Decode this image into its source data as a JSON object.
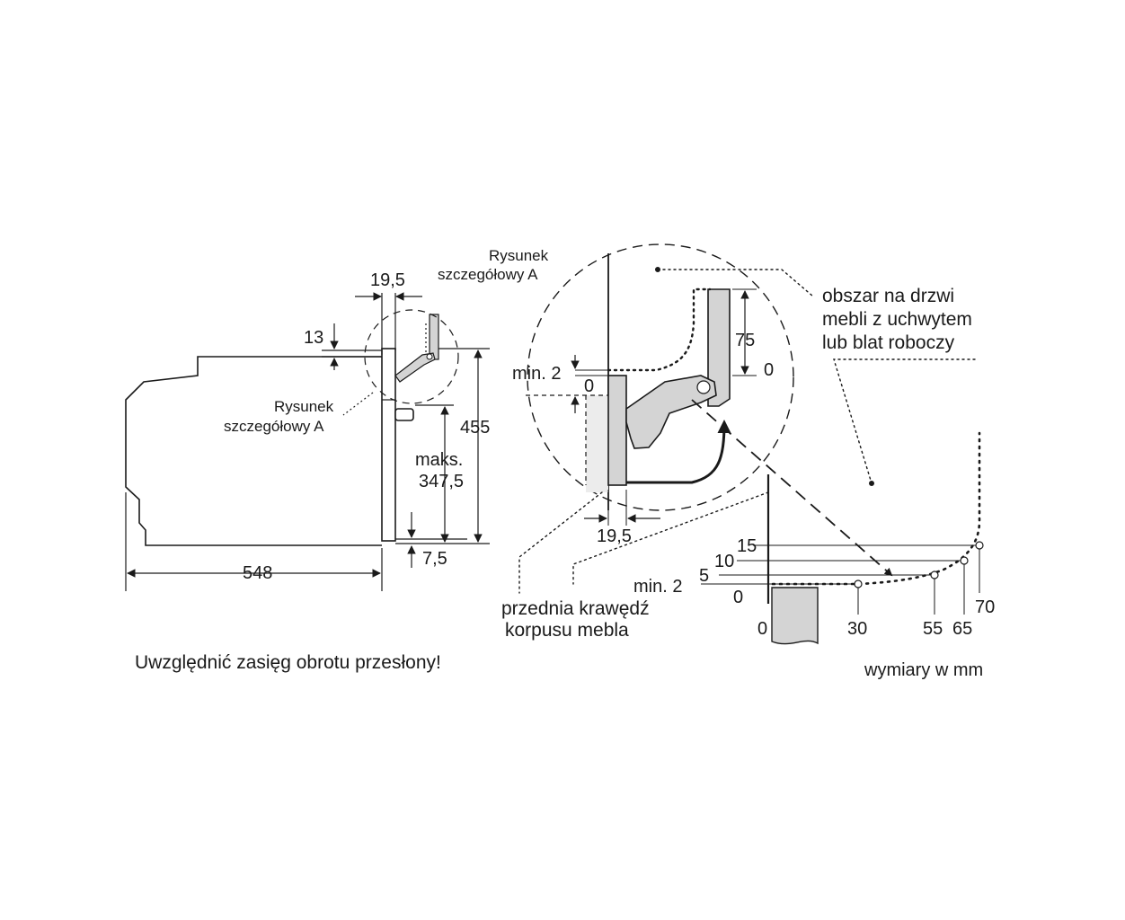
{
  "colors": {
    "line": "#1a1a1a",
    "fill_grey": "#d4d4d4",
    "fill_light": "#e6e6e6"
  },
  "side_view": {
    "dim_19_5": "19,5",
    "dim_13": "13",
    "dim_455": "455",
    "dim_max_label": "maks.",
    "dim_max_value": "347,5",
    "dim_548": "548",
    "dim_7_5": "7,5",
    "detail_label_line1": "Rysunek",
    "detail_label_line2": "szczegółowy A"
  },
  "detail_view": {
    "title_line1": "Rysunek",
    "title_line2": "szczegółowy A",
    "min2": "min. 2",
    "zero_left": "0",
    "dim_75": "75",
    "zero_right": "0",
    "dim_19_5": "19,5"
  },
  "notes": {
    "area_line1": "obszar na drzwi",
    "area_line2": "mebli z uchwytem",
    "area_line3": "lub blat roboczy",
    "front_edge_line1": "przednia krawędź",
    "front_edge_line2": "korpusu mebla",
    "footer_left": "Uwzględnić zasięg obrotu przesłony!",
    "footer_right": "wymiary w mm"
  },
  "swing_chart": {
    "y_labels": [
      "15",
      "10",
      "5",
      "min. 2",
      "0"
    ],
    "x_labels": [
      "0",
      "30",
      "55",
      "65",
      "70"
    ]
  }
}
